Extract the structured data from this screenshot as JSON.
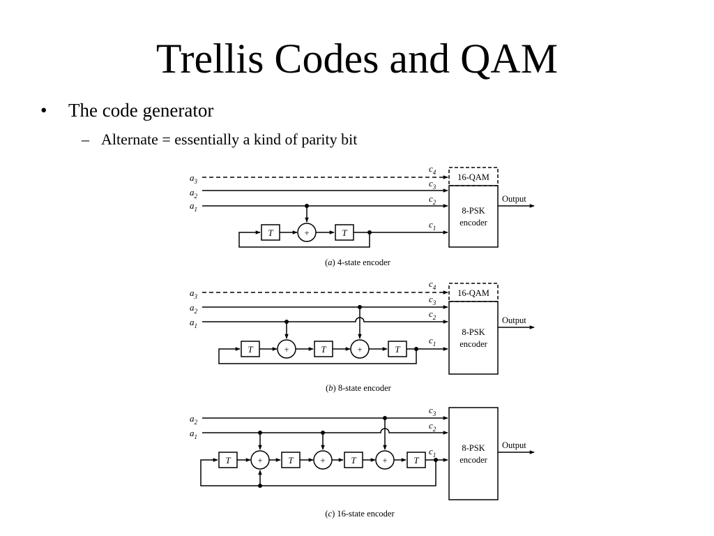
{
  "slide": {
    "title": "Trellis Codes and QAM",
    "bullets": [
      {
        "text": "The code generator",
        "subbullets": [
          "Alternate = essentially a kind of parity bit"
        ]
      }
    ]
  },
  "diagram": {
    "inputs": [
      "a",
      "a",
      "a"
    ],
    "input_subscripts": [
      "3",
      "2",
      "1"
    ],
    "outputs": [
      "c",
      "c",
      "c",
      "c"
    ],
    "output_subscripts": [
      "4",
      "3",
      "2",
      "1"
    ],
    "delay_label": "T",
    "adder_symbol": "+",
    "qam_label": "16-QAM",
    "encoder_label_1": "8-PSK",
    "encoder_label_2": "encoder",
    "output_label": "Output",
    "captions": [
      {
        "letter": "a",
        "text": " 4-state encoder"
      },
      {
        "letter": "b",
        "text": " 8-state encoder"
      },
      {
        "letter": "c",
        "text": " 16-state encoder"
      }
    ]
  }
}
